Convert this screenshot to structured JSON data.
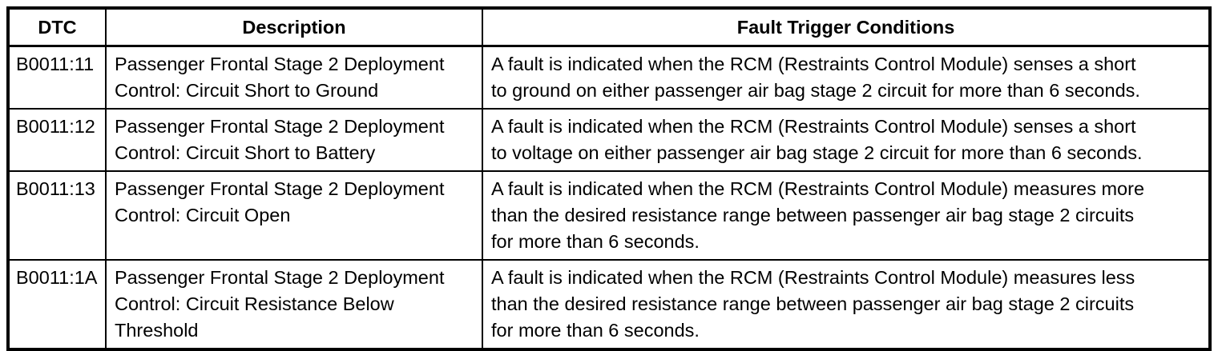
{
  "colors": {
    "border": "#000000",
    "text": "#000000",
    "background": "#ffffff"
  },
  "table": {
    "columns": [
      "DTC",
      "Description",
      "Fault Trigger Conditions"
    ],
    "rows": [
      {
        "dtc": "B0011:11",
        "description": "Passenger Frontal Stage 2 Deployment Control: Circuit Short to Ground",
        "fault_trigger_conditions": "A fault is indicated when the RCM (Restraints Control Module) senses a short to ground on either passenger air bag stage 2 circuit for more than 6 seconds."
      },
      {
        "dtc": "B0011:12",
        "description": "Passenger Frontal Stage 2 Deployment Control: Circuit Short to Battery",
        "fault_trigger_conditions": "A fault is indicated when the RCM (Restraints Control Module) senses a short to voltage on either passenger air bag stage 2 circuit for more than 6 seconds."
      },
      {
        "dtc": "B0011:13",
        "description": "Passenger Frontal Stage 2 Deployment Control: Circuit Open",
        "fault_trigger_conditions": "A fault is indicated when the RCM (Restraints Control Module) measures more than the desired resistance range between passenger air bag stage 2 circuits for more than 6 seconds."
      },
      {
        "dtc": "B0011:1A",
        "description": "Passenger Frontal Stage 2 Deployment Control: Circuit Resistance Below Threshold",
        "fault_trigger_conditions": "A fault is indicated when the RCM (Restraints Control Module) measures less than the desired resistance range between passenger air bag stage 2 circuits for more than 6 seconds."
      }
    ]
  }
}
